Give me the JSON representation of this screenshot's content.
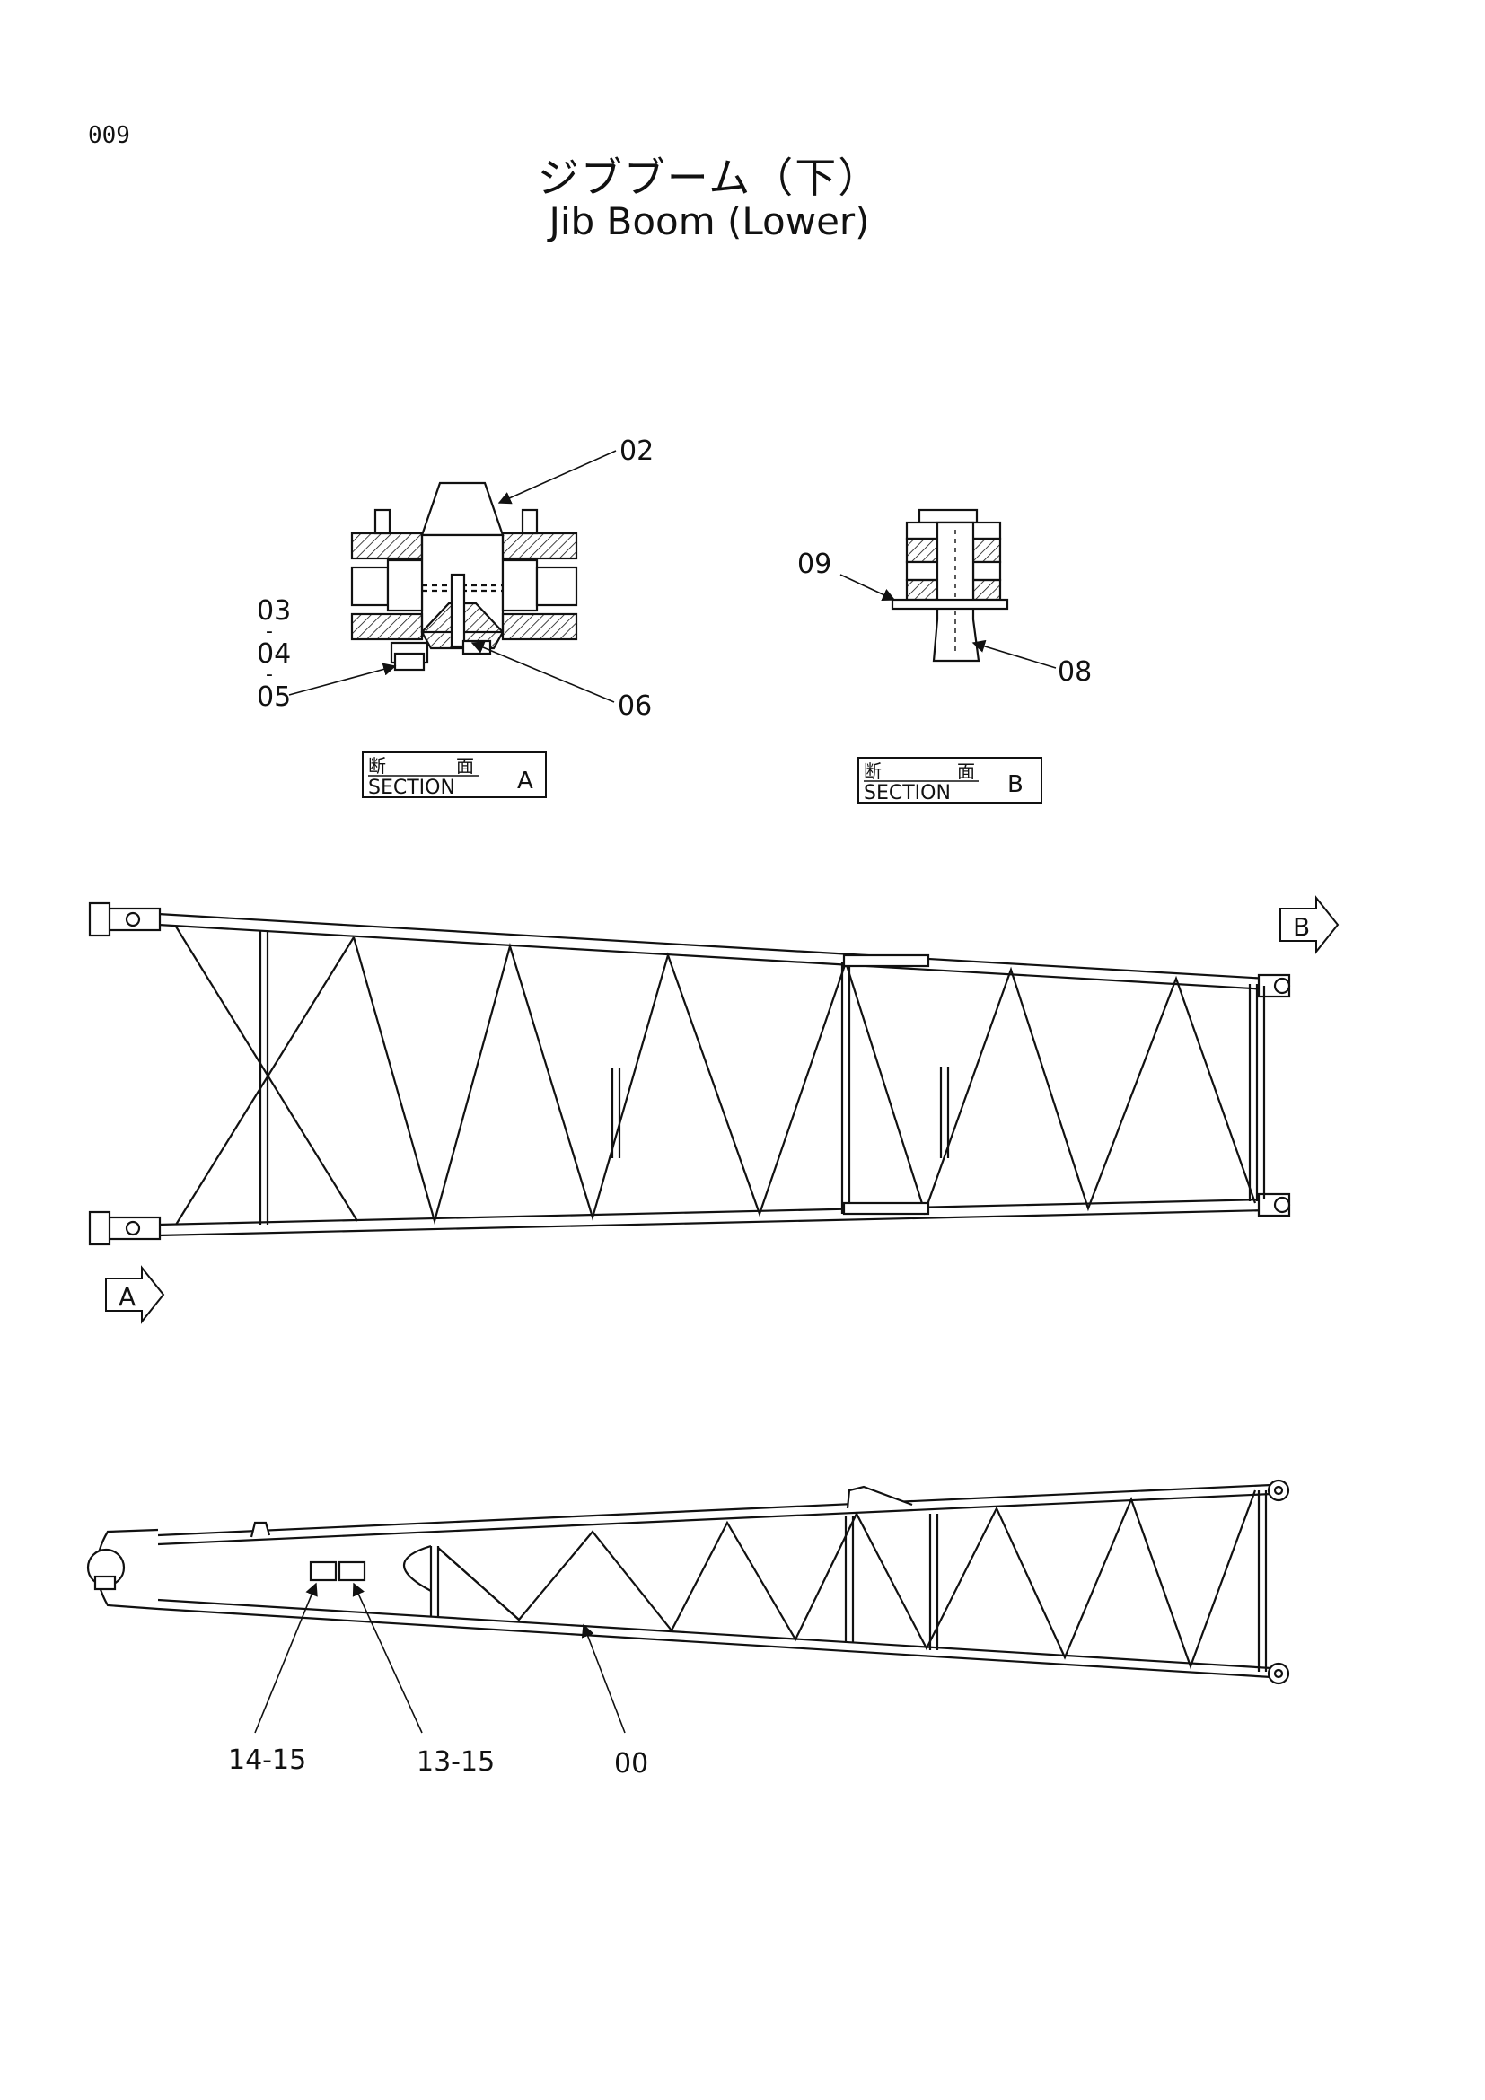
{
  "page_number": "009",
  "title_jp": "ジブブーム（下）",
  "title_en": "Jib Boom (Lower)",
  "section_a": {
    "label_jp_left": "断",
    "label_jp_right": "面",
    "label_en": "SECTION",
    "letter": "A",
    "callouts": [
      "02",
      "03",
      "04",
      "05",
      "06"
    ]
  },
  "section_b": {
    "label_jp_left": "断",
    "label_jp_right": "面",
    "label_en": "SECTION",
    "letter": "B",
    "callouts": [
      "09",
      "08"
    ]
  },
  "plan_view": {
    "marker_a": "A",
    "marker_b": "B"
  },
  "side_view": {
    "callouts": [
      "14-15",
      "13-15",
      "00"
    ]
  },
  "callout_dashes": [
    "-",
    "-"
  ]
}
